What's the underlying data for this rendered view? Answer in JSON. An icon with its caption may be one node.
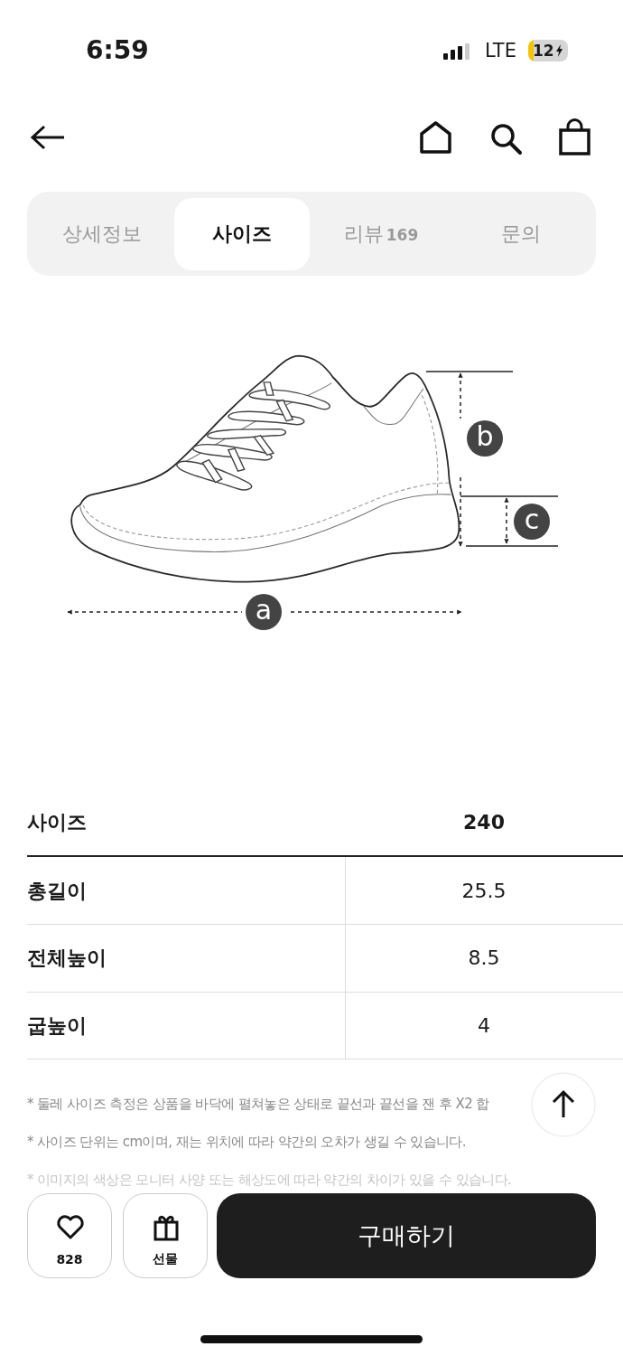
{
  "diagram": {
    "labels": [
      "6:59",
      "LTE",
      "12",
      "상세정보",
      "사이즈",
      "리뷰",
      "169",
      "문의",
      "a",
      "b",
      "c",
      "사이즈",
      "240",
      "총길이",
      "25.5",
      "전체높이",
      "8.5",
      "굽높이",
      "4",
      "* 둘레 사이즈 측정은 상품을 바닥에 펼쳐놓은 상태로 끝선과 끝선을 잰 후 X2 합",
      "* 사이즈 단위는 cm이며, 재는 위치에 따라 약간의 오차가 생길 수 있습니다.",
      "* 이미지의 색상은 모니터 사양 또는 해상도에 따라 약간의 차이가 있을 수 있습니다.",
      "828",
      "선물",
      "구매하기"
    ]
  }
}
